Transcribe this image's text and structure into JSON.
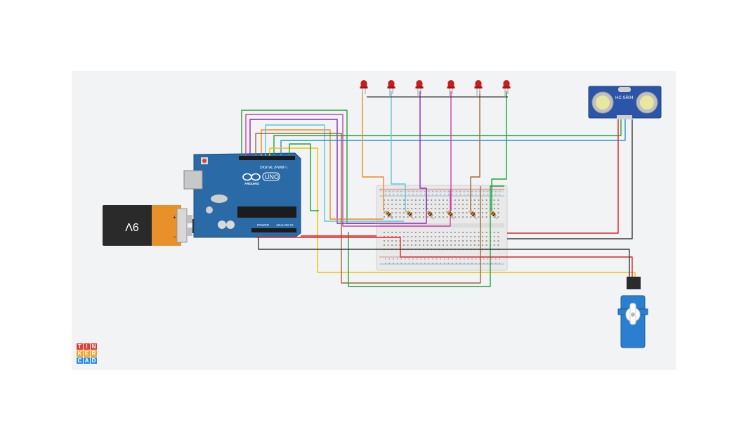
{
  "battery": {
    "label": "9V",
    "plus": "+",
    "minus": "−"
  },
  "arduino": {
    "model": "UNO",
    "brand": "ARDUINO",
    "header_digital": "DIGITAL (PWM~)",
    "header_power": "POWER",
    "header_analog": "ANALOG IN"
  },
  "sensor": {
    "label": "HC-SR04"
  },
  "logo": {
    "cells": [
      "T",
      "I",
      "N",
      "K",
      "E",
      "R",
      "C",
      "A",
      "D"
    ]
  },
  "colors": {
    "green": "#1fa33a",
    "blue": "#2b8de0",
    "red": "#e02424",
    "black": "#3a3a3a",
    "yellow": "#f2c200",
    "brown": "#9c6a3b",
    "orange": "#ef8a1e",
    "cyan": "#5cc6d6",
    "purple": "#8a2bb8",
    "magenta": "#d23da8",
    "board": "#2a6aa6",
    "background": "#f1f3f5"
  }
}
